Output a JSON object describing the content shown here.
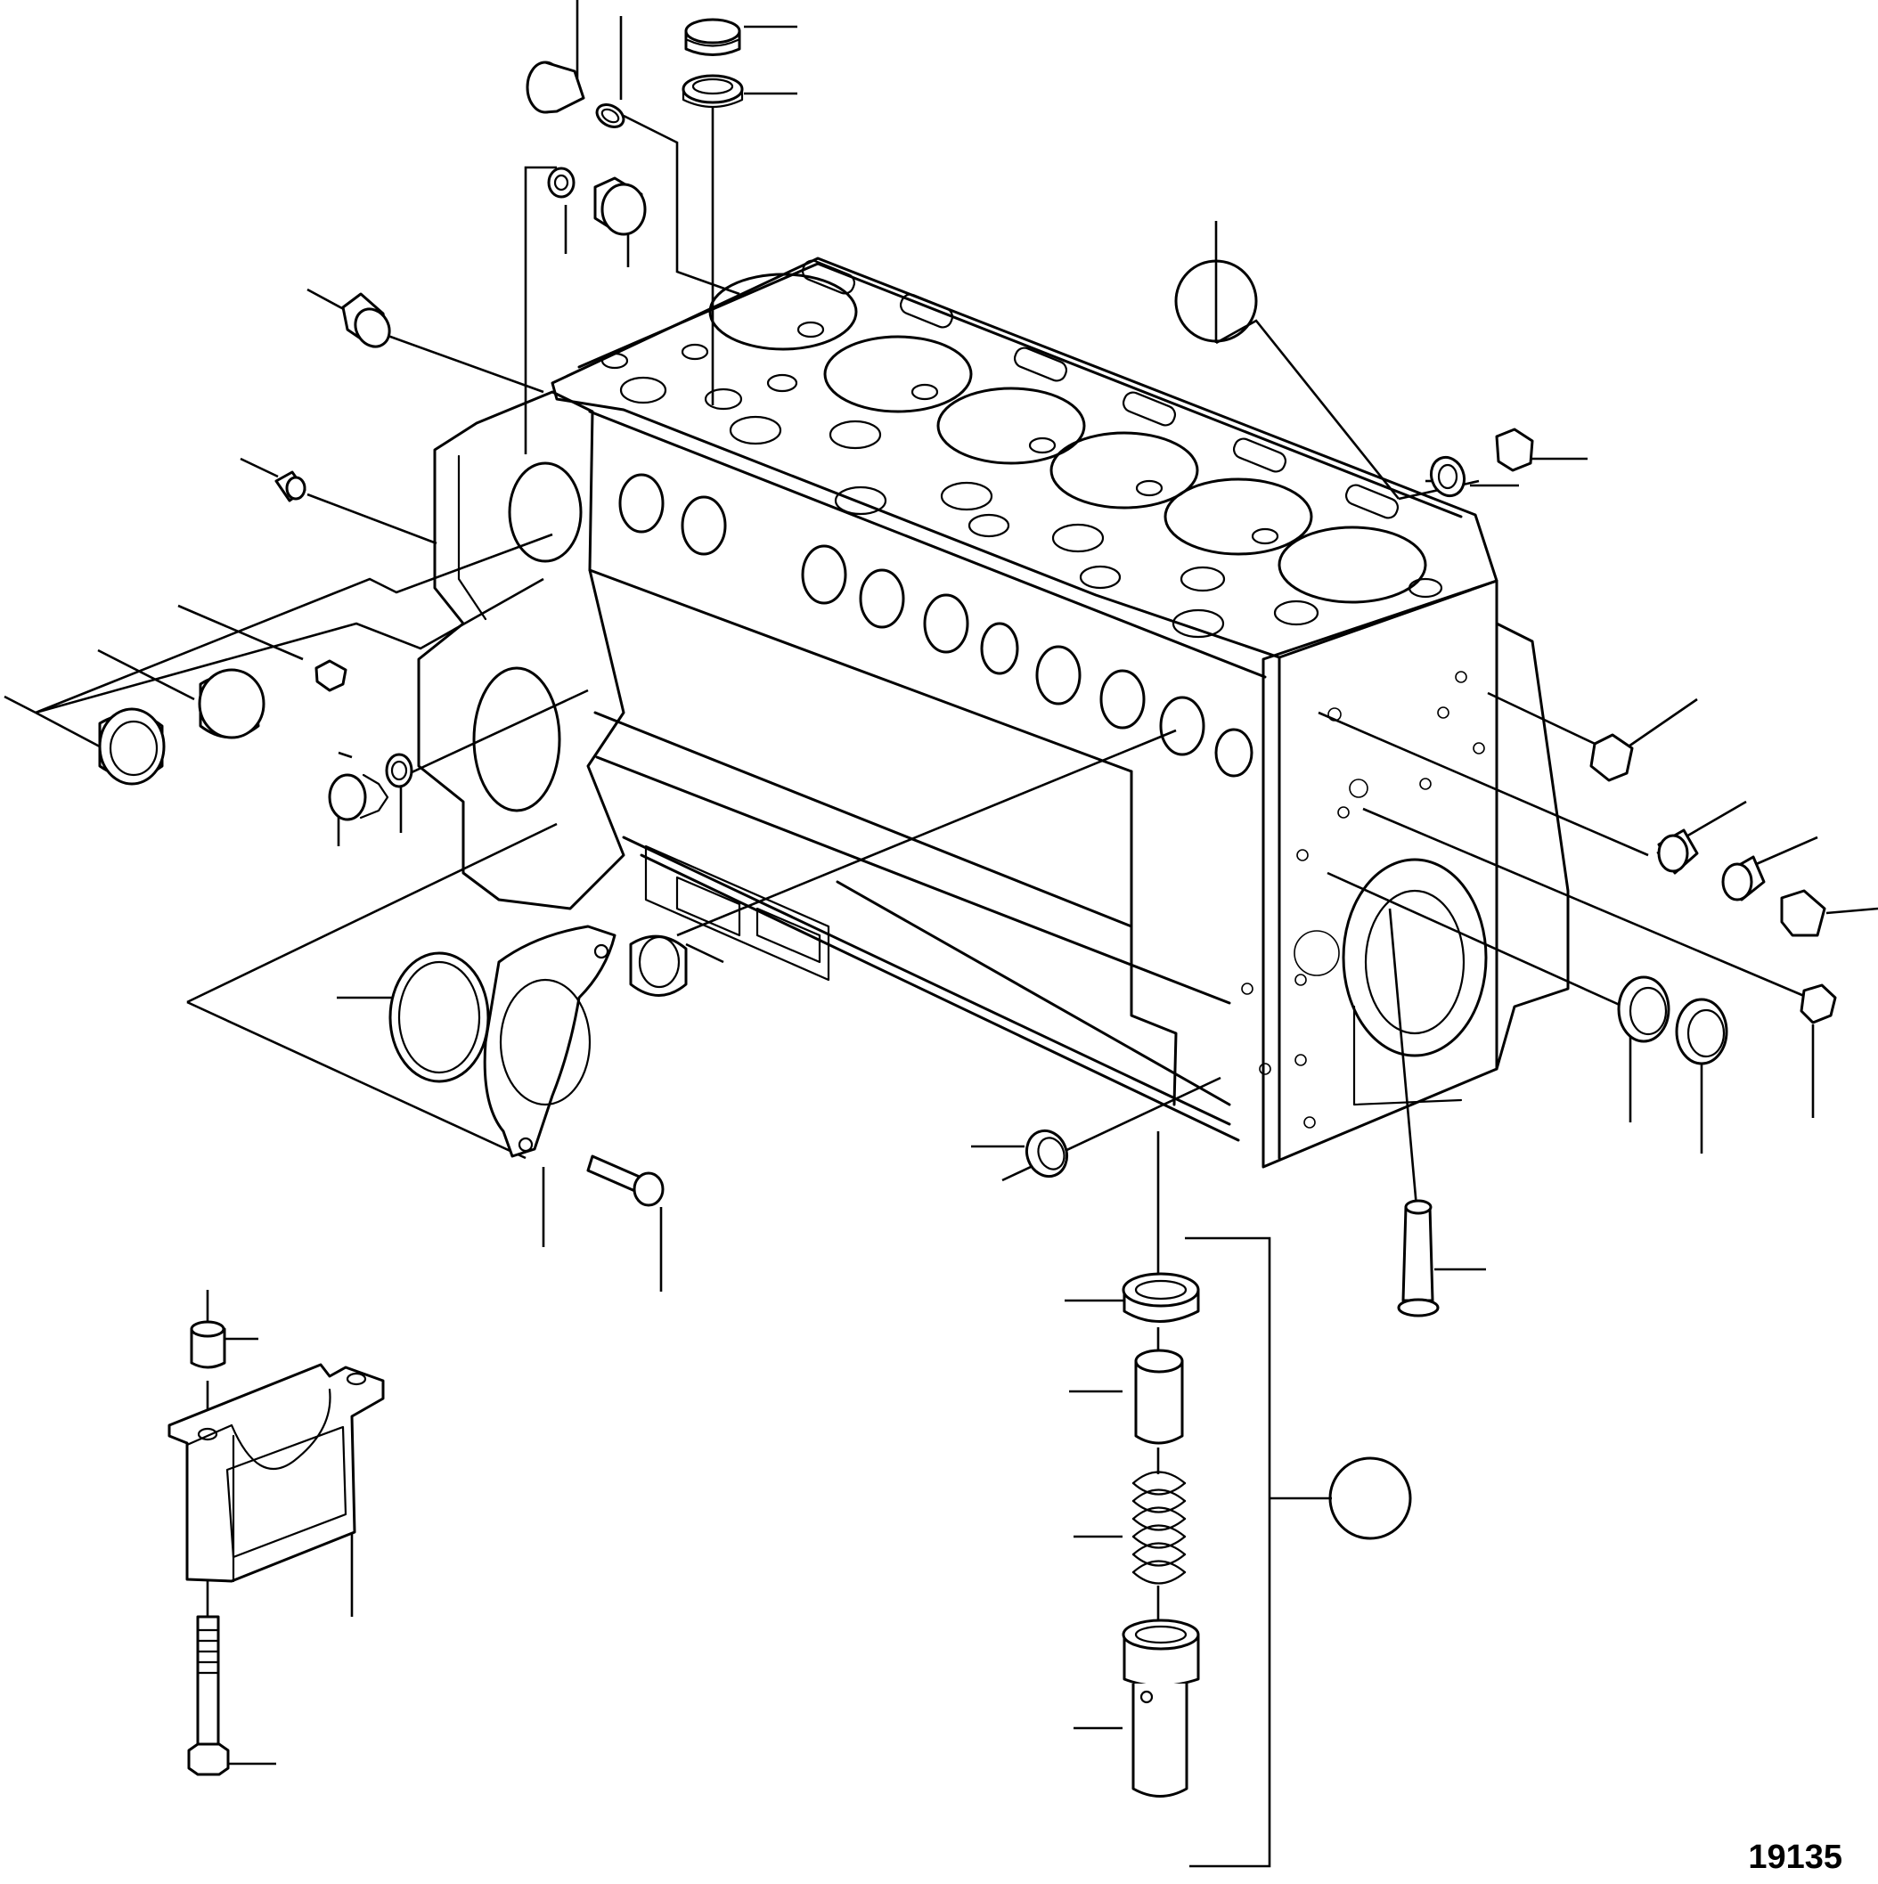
{
  "figure": {
    "number": "19135"
  },
  "callouts": {
    "assembly_markers": 2,
    "style": "unlabelled-circle"
  },
  "colors": {
    "line": "#000000",
    "background": "#ffffff"
  }
}
